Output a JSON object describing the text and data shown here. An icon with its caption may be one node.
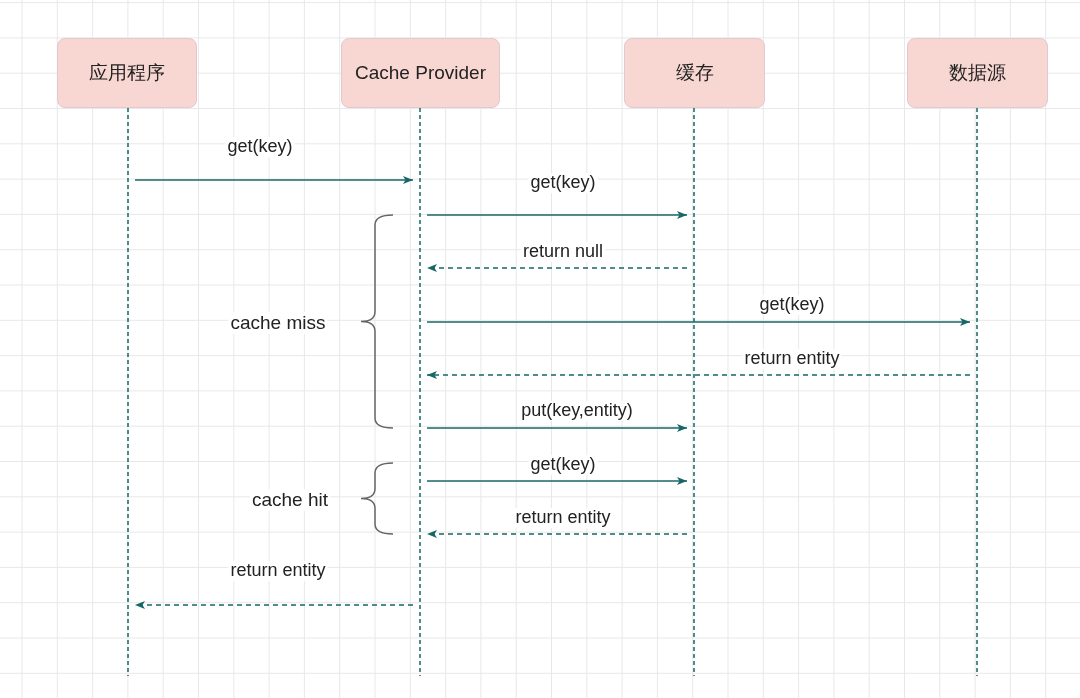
{
  "diagram": {
    "nodes": [
      {
        "text": [
          "应用程序"
        ]
      },
      {
        "text": [
          "Cache Provider"
        ]
      },
      {
        "text": [
          "缓存"
        ]
      },
      {
        "text": [
          "数据源"
        ]
      },
      {
        "text": [],
        "shape": "line"
      },
      {
        "text": [],
        "shape": "line"
      },
      {
        "text": [],
        "shape": "line"
      },
      {
        "text": [],
        "shape": "line"
      }
    ],
    "edges": [
      {
        "from": 4,
        "to": 5,
        "arrow": "to",
        "label": "get(key)"
      },
      {
        "from": 5,
        "to": 6,
        "arrow": "to",
        "label": "get(key)"
      },
      {
        "from": 6,
        "to": 5,
        "arrow": "to",
        "label": "return null",
        "style": "dashed"
      },
      {
        "from": 5,
        "to": 7,
        "arrow": "to",
        "label": "get(key)"
      },
      {
        "from": 7,
        "to": 5,
        "arrow": "to",
        "label": "return entity",
        "style": "dashed"
      },
      {
        "from": 5,
        "to": 6,
        "arrow": "to",
        "label": "put(key,entity)"
      },
      {
        "from": 5,
        "to": 6,
        "arrow": "to",
        "label": "get(key)"
      },
      {
        "from": 6,
        "to": 5,
        "arrow": "to",
        "label": "return entity",
        "style": "dashed"
      },
      {
        "from": 5,
        "to": 4,
        "arrow": "to",
        "label": "return entity",
        "style": "dashed"
      }
    ],
    "labels": [
      "cache miss",
      "cache hit"
    ]
  }
}
